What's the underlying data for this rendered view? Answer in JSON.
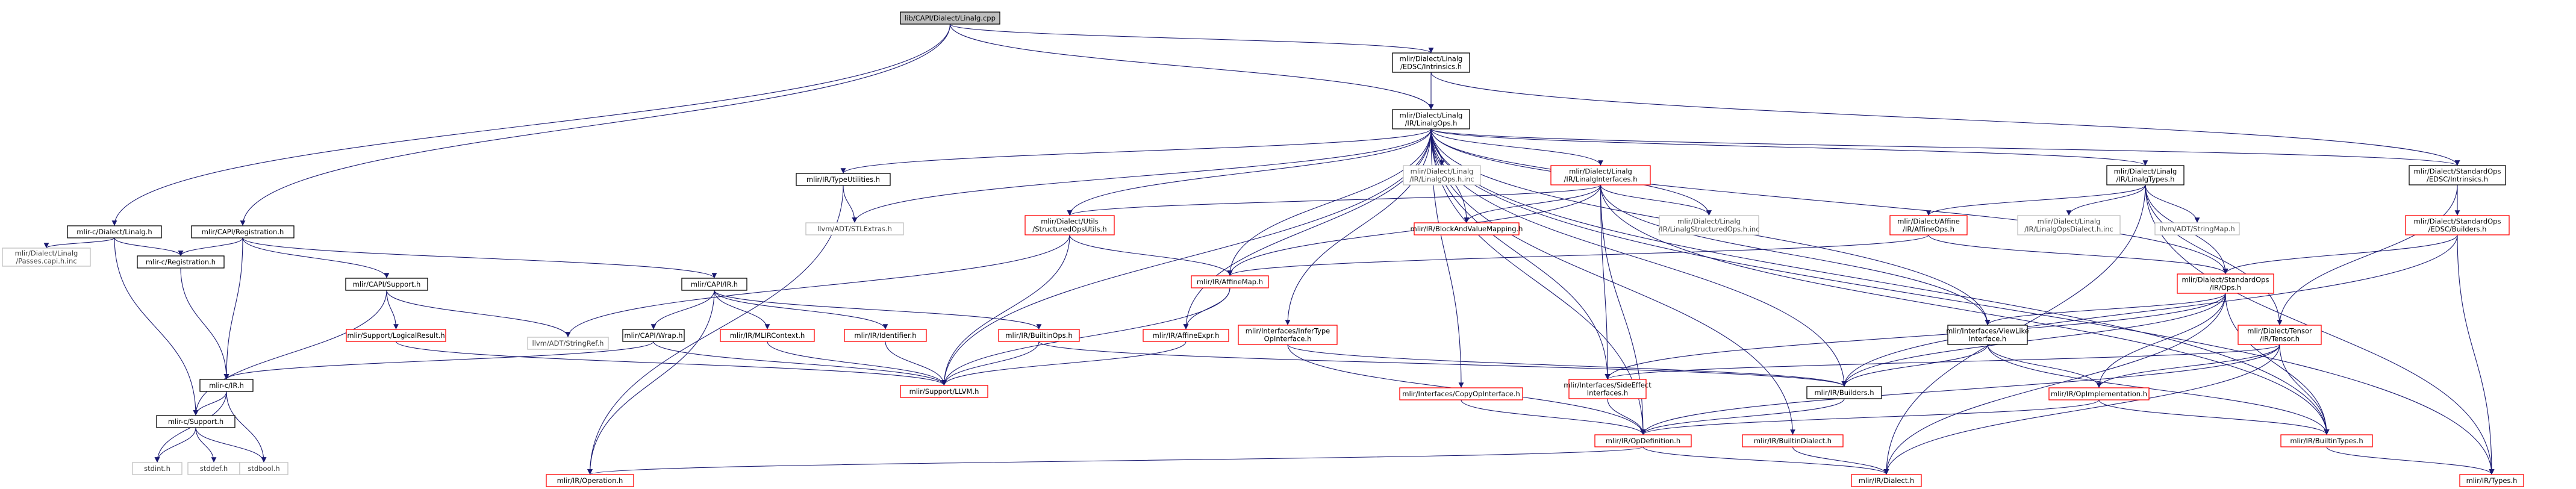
{
  "graph": {
    "nodes": [
      {
        "id": "linalg_cpp",
        "lines": [
          "lib/CAPI/Dialect/Linalg.cpp"
        ],
        "style": "root"
      },
      {
        "id": "edsc_intrinsics",
        "lines": [
          "mlir/Dialect/Linalg",
          "/EDSC/Intrinsics.h"
        ],
        "style": "normal"
      },
      {
        "id": "linalg_ops",
        "lines": [
          "mlir/Dialect/Linalg",
          "/IR/LinalgOps.h"
        ],
        "style": "normal"
      },
      {
        "id": "capi_linalg",
        "lines": [
          "mlir-c/Dialect/Linalg.h"
        ],
        "style": "normal"
      },
      {
        "id": "capi_registration",
        "lines": [
          "mlir/CAPI/Registration.h"
        ],
        "style": "normal"
      },
      {
        "id": "type_utilities",
        "lines": [
          "mlir/IR/TypeUtilities.h"
        ],
        "style": "normal"
      },
      {
        "id": "linalg_ops_h_inc",
        "lines": [
          "mlir/Dialect/Linalg",
          "/IR/LinalgOps.h.inc"
        ],
        "style": "missing"
      },
      {
        "id": "linalg_interfaces",
        "lines": [
          "mlir/Dialect/Linalg",
          "/IR/LinalgInterfaces.h"
        ],
        "style": "red"
      },
      {
        "id": "linalg_types",
        "lines": [
          "mlir/Dialect/Linalg",
          "/IR/LinalgTypes.h"
        ],
        "style": "normal"
      },
      {
        "id": "std_intrinsics",
        "lines": [
          "mlir/Dialect/StandardOps",
          "/EDSC/Intrinsics.h"
        ],
        "style": "normal"
      },
      {
        "id": "linalg_passes_capi",
        "lines": [
          "mlir/Dialect/Linalg",
          "/Passes.capi.h.inc"
        ],
        "style": "missing"
      },
      {
        "id": "c_registration",
        "lines": [
          "mlir-c/Registration.h"
        ],
        "style": "normal"
      },
      {
        "id": "capi_support",
        "lines": [
          "mlir/CAPI/Support.h"
        ],
        "style": "normal"
      },
      {
        "id": "capi_ir",
        "lines": [
          "mlir/CAPI/IR.h"
        ],
        "style": "normal"
      },
      {
        "id": "stl_extras",
        "lines": [
          "llvm/ADT/STLExtras.h"
        ],
        "style": "missing"
      },
      {
        "id": "structured_ops_utils",
        "lines": [
          "mlir/Dialect/Utils",
          "/StructuredOpsUtils.h"
        ],
        "style": "red"
      },
      {
        "id": "block_and_value_mapping",
        "lines": [
          "mlir/IR/BlockAndValueMapping.h"
        ],
        "style": "red"
      },
      {
        "id": "linalg_structured_ops_inc",
        "lines": [
          "mlir/Dialect/Linalg",
          "/IR/LinalgStructuredOps.h.inc"
        ],
        "style": "missing"
      },
      {
        "id": "affine_ops",
        "lines": [
          "mlir/Dialect/Affine",
          "/IR/AffineOps.h"
        ],
        "style": "red"
      },
      {
        "id": "linalg_ops_dialect_inc",
        "lines": [
          "mlir/Dialect/Linalg",
          "/IR/LinalgOpsDialect.h.inc"
        ],
        "style": "missing"
      },
      {
        "id": "string_map",
        "lines": [
          "llvm/ADT/StringMap.h"
        ],
        "style": "missing"
      },
      {
        "id": "std_builders",
        "lines": [
          "mlir/Dialect/StandardOps",
          "/EDSC/Builders.h"
        ],
        "style": "red"
      },
      {
        "id": "support_logical_result",
        "lines": [
          "mlir/Support/LogicalResult.h"
        ],
        "style": "red"
      },
      {
        "id": "string_ref",
        "lines": [
          "llvm/ADT/StringRef.h"
        ],
        "style": "missing"
      },
      {
        "id": "affine_map",
        "lines": [
          "mlir/IR/AffineMap.h"
        ],
        "style": "red"
      },
      {
        "id": "std_ops",
        "lines": [
          "mlir/Dialect/StandardOps",
          "/IR/Ops.h"
        ],
        "style": "red"
      },
      {
        "id": "capi_wrap",
        "lines": [
          "mlir/CAPI/Wrap.h"
        ],
        "style": "normal"
      },
      {
        "id": "mlir_context",
        "lines": [
          "mlir/IR/MLIRContext.h"
        ],
        "style": "red"
      },
      {
        "id": "identifier",
        "lines": [
          "mlir/IR/Identifier.h"
        ],
        "style": "red"
      },
      {
        "id": "builtin_ops",
        "lines": [
          "mlir/IR/BuiltinOps.h"
        ],
        "style": "red"
      },
      {
        "id": "affine_expr",
        "lines": [
          "mlir/IR/AffineExpr.h"
        ],
        "style": "red"
      },
      {
        "id": "infer_type_op_interface",
        "lines": [
          "mlir/Interfaces/InferType",
          "OpInterface.h"
        ],
        "style": "red"
      },
      {
        "id": "view_like_interface",
        "lines": [
          "mlir/Interfaces/ViewLike",
          "Interface.h"
        ],
        "style": "normal"
      },
      {
        "id": "tensor",
        "lines": [
          "mlir/Dialect/Tensor",
          "/IR/Tensor.h"
        ],
        "style": "red"
      },
      {
        "id": "c_ir",
        "lines": [
          "mlir-c/IR.h"
        ],
        "style": "normal"
      },
      {
        "id": "support_llvm",
        "lines": [
          "mlir/Support/LLVM.h"
        ],
        "style": "red"
      },
      {
        "id": "copy_op_interface",
        "lines": [
          "mlir/Interfaces/CopyOpInterface.h"
        ],
        "style": "red"
      },
      {
        "id": "side_effect_interfaces",
        "lines": [
          "mlir/Interfaces/SideEffect",
          "Interfaces.h"
        ],
        "style": "red"
      },
      {
        "id": "builders",
        "lines": [
          "mlir/IR/Builders.h"
        ],
        "style": "normal"
      },
      {
        "id": "op_implementation",
        "lines": [
          "mlir/IR/OpImplementation.h"
        ],
        "style": "red"
      },
      {
        "id": "c_support",
        "lines": [
          "mlir-c/Support.h"
        ],
        "style": "normal"
      },
      {
        "id": "op_definition",
        "lines": [
          "mlir/IR/OpDefinition.h"
        ],
        "style": "red"
      },
      {
        "id": "builtin_dialect",
        "lines": [
          "mlir/IR/BuiltinDialect.h"
        ],
        "style": "red"
      },
      {
        "id": "builtin_types",
        "lines": [
          "mlir/IR/BuiltinTypes.h"
        ],
        "style": "red"
      },
      {
        "id": "stdint",
        "lines": [
          "stdint.h"
        ],
        "style": "missing"
      },
      {
        "id": "stddef",
        "lines": [
          "stddef.h"
        ],
        "style": "missing"
      },
      {
        "id": "stdbool",
        "lines": [
          "stdbool.h"
        ],
        "style": "missing"
      },
      {
        "id": "operation",
        "lines": [
          "mlir/IR/Operation.h"
        ],
        "style": "red"
      },
      {
        "id": "ir_dialect",
        "lines": [
          "mlir/IR/Dialect.h"
        ],
        "style": "red"
      },
      {
        "id": "ir_types",
        "lines": [
          "mlir/IR/Types.h"
        ],
        "style": "red"
      }
    ],
    "edges": [
      [
        "linalg_cpp",
        "edsc_intrinsics"
      ],
      [
        "linalg_cpp",
        "linalg_ops"
      ],
      [
        "linalg_cpp",
        "capi_linalg"
      ],
      [
        "linalg_cpp",
        "capi_registration"
      ],
      [
        "edsc_intrinsics",
        "linalg_ops"
      ],
      [
        "edsc_intrinsics",
        "std_intrinsics"
      ],
      [
        "linalg_ops",
        "type_utilities"
      ],
      [
        "linalg_ops",
        "linalg_ops_h_inc"
      ],
      [
        "linalg_ops",
        "linalg_interfaces"
      ],
      [
        "linalg_ops",
        "linalg_types"
      ],
      [
        "linalg_ops",
        "std_intrinsics"
      ],
      [
        "linalg_ops",
        "stl_extras"
      ],
      [
        "linalg_ops",
        "structured_ops_utils"
      ],
      [
        "linalg_ops",
        "block_and_value_mapping"
      ],
      [
        "linalg_ops",
        "linalg_structured_ops_inc"
      ],
      [
        "linalg_ops",
        "affine_map"
      ],
      [
        "linalg_ops",
        "affine_expr"
      ],
      [
        "linalg_ops",
        "infer_type_op_interface"
      ],
      [
        "linalg_ops",
        "view_like_interface"
      ],
      [
        "linalg_ops",
        "std_ops"
      ],
      [
        "linalg_ops",
        "support_llvm"
      ],
      [
        "linalg_ops",
        "copy_op_interface"
      ],
      [
        "linalg_ops",
        "side_effect_interfaces"
      ],
      [
        "linalg_ops",
        "builders"
      ],
      [
        "linalg_ops",
        "op_definition"
      ],
      [
        "linalg_ops",
        "builtin_dialect"
      ],
      [
        "linalg_ops",
        "builtin_types"
      ],
      [
        "linalg_ops",
        "ir_types"
      ],
      [
        "capi_linalg",
        "linalg_passes_capi"
      ],
      [
        "capi_linalg",
        "c_registration"
      ],
      [
        "capi_linalg",
        "c_support"
      ],
      [
        "capi_registration",
        "c_registration"
      ],
      [
        "capi_registration",
        "capi_support"
      ],
      [
        "capi_registration",
        "capi_ir"
      ],
      [
        "capi_registration",
        "c_ir"
      ],
      [
        "type_utilities",
        "stl_extras"
      ],
      [
        "type_utilities",
        "operation"
      ],
      [
        "linalg_interfaces",
        "structured_ops_utils"
      ],
      [
        "linalg_interfaces",
        "block_and_value_mapping"
      ],
      [
        "linalg_interfaces",
        "linalg_structured_ops_inc"
      ],
      [
        "linalg_interfaces",
        "affine_map"
      ],
      [
        "linalg_interfaces",
        "view_like_interface"
      ],
      [
        "linalg_interfaces",
        "side_effect_interfaces"
      ],
      [
        "linalg_interfaces",
        "op_definition"
      ],
      [
        "linalg_interfaces",
        "builtin_types"
      ],
      [
        "linalg_types",
        "affine_ops"
      ],
      [
        "linalg_types",
        "linalg_ops_dialect_inc"
      ],
      [
        "linalg_types",
        "string_map"
      ],
      [
        "linalg_types",
        "std_ops"
      ],
      [
        "linalg_types",
        "tensor"
      ],
      [
        "linalg_types",
        "ir_dialect"
      ],
      [
        "linalg_types",
        "ir_types"
      ],
      [
        "std_intrinsics",
        "std_builders"
      ],
      [
        "std_intrinsics",
        "tensor"
      ],
      [
        "c_registration",
        "c_ir"
      ],
      [
        "capi_support",
        "support_logical_result"
      ],
      [
        "capi_support",
        "string_ref"
      ],
      [
        "capi_support",
        "c_support"
      ],
      [
        "capi_ir",
        "capi_wrap"
      ],
      [
        "capi_ir",
        "mlir_context"
      ],
      [
        "capi_ir",
        "identifier"
      ],
      [
        "capi_ir",
        "builtin_ops"
      ],
      [
        "capi_ir",
        "operation"
      ],
      [
        "structured_ops_utils",
        "string_ref"
      ],
      [
        "structured_ops_utils",
        "affine_map"
      ],
      [
        "structured_ops_utils",
        "support_llvm"
      ],
      [
        "affine_ops",
        "affine_map"
      ],
      [
        "affine_ops",
        "std_ops"
      ],
      [
        "std_builders",
        "std_ops"
      ],
      [
        "std_builders",
        "builders"
      ],
      [
        "std_builders",
        "ir_types"
      ],
      [
        "support_logical_result",
        "support_llvm"
      ],
      [
        "affine_map",
        "affine_expr"
      ],
      [
        "affine_map",
        "support_llvm"
      ],
      [
        "std_ops",
        "view_like_interface"
      ],
      [
        "std_ops",
        "side_effect_interfaces"
      ],
      [
        "std_ops",
        "builders"
      ],
      [
        "std_ops",
        "op_implementation"
      ],
      [
        "std_ops",
        "builtin_types"
      ],
      [
        "std_ops",
        "ir_dialect"
      ],
      [
        "capi_wrap",
        "c_ir"
      ],
      [
        "capi_wrap",
        "support_llvm"
      ],
      [
        "mlir_context",
        "support_llvm"
      ],
      [
        "identifier",
        "support_llvm"
      ],
      [
        "builtin_ops",
        "builders"
      ],
      [
        "builtin_ops",
        "support_llvm"
      ],
      [
        "affine_expr",
        "support_llvm"
      ],
      [
        "infer_type_op_interface",
        "op_definition"
      ],
      [
        "infer_type_op_interface",
        "builders"
      ],
      [
        "view_like_interface",
        "builders"
      ],
      [
        "view_like_interface",
        "op_implementation"
      ],
      [
        "view_like_interface",
        "builtin_types"
      ],
      [
        "tensor",
        "op_implementation"
      ],
      [
        "tensor",
        "op_definition"
      ],
      [
        "tensor",
        "builtin_types"
      ],
      [
        "tensor",
        "ir_dialect"
      ],
      [
        "tensor",
        "side_effect_interfaces"
      ],
      [
        "c_ir",
        "c_support"
      ],
      [
        "copy_op_interface",
        "op_definition"
      ],
      [
        "side_effect_interfaces",
        "op_definition"
      ],
      [
        "builders",
        "op_definition"
      ],
      [
        "op_implementation",
        "op_definition"
      ],
      [
        "op_implementation",
        "builtin_types"
      ],
      [
        "c_support",
        "stdint"
      ],
      [
        "c_support",
        "stddef"
      ],
      [
        "c_support",
        "stdbool"
      ],
      [
        "c_ir",
        "stdint"
      ],
      [
        "c_ir",
        "stdbool"
      ],
      [
        "op_definition",
        "operation"
      ],
      [
        "op_definition",
        "ir_dialect"
      ],
      [
        "builtin_dialect",
        "ir_dialect"
      ],
      [
        "builtin_types",
        "ir_types"
      ]
    ],
    "colors": {
      "edge": "#191970",
      "normal_border": "#000000",
      "red_border": "#ff0000",
      "missing_border": "#bfbfbf",
      "root_fill": "#bfbfbf",
      "node_fill": "#ffffff",
      "text_normal": "#000000",
      "text_missing": "#404040"
    }
  }
}
